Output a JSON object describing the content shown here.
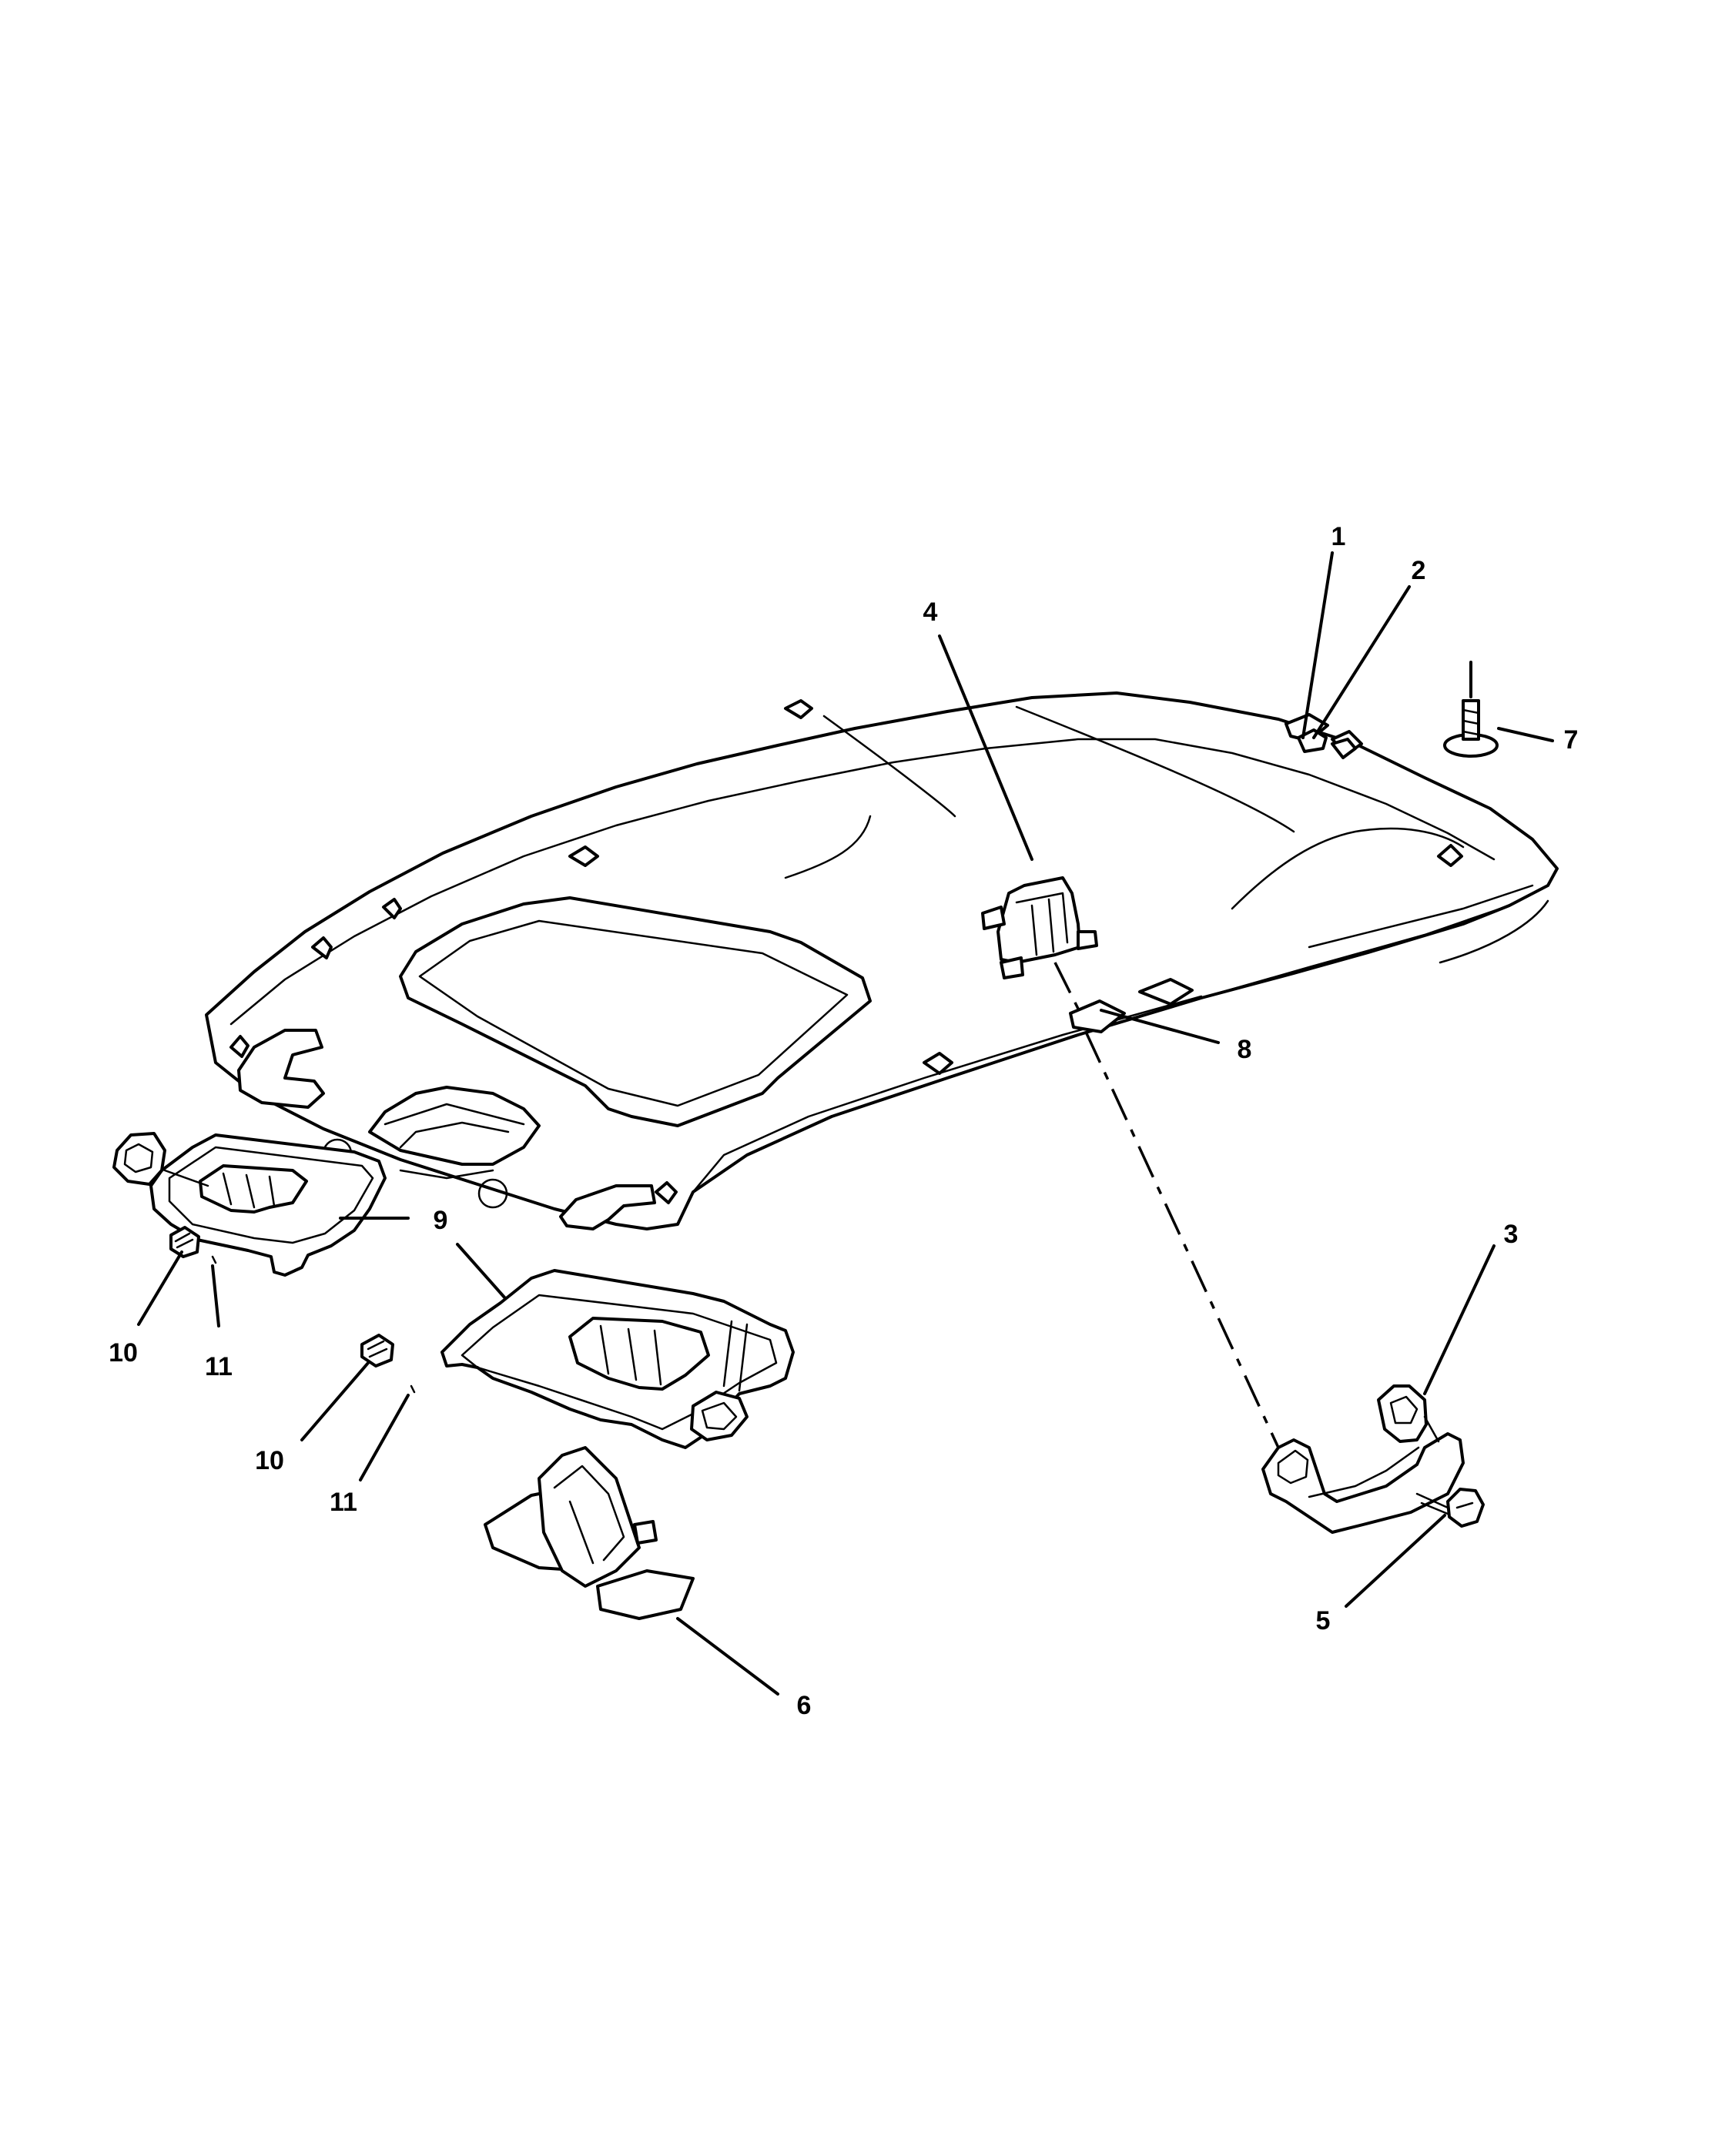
{
  "callouts": [
    {
      "id": "1",
      "label": "1"
    },
    {
      "id": "2",
      "label": "2"
    },
    {
      "id": "3",
      "label": "3"
    },
    {
      "id": "4",
      "label": "4"
    },
    {
      "id": "5",
      "label": "5"
    },
    {
      "id": "6",
      "label": "6"
    },
    {
      "id": "7",
      "label": "7"
    },
    {
      "id": "8",
      "label": "8"
    },
    {
      "id": "9",
      "label": "9"
    },
    {
      "id": "10a",
      "label": "10"
    },
    {
      "id": "10b",
      "label": "10"
    },
    {
      "id": "11a",
      "label": "11"
    },
    {
      "id": "11b",
      "label": "11"
    }
  ]
}
